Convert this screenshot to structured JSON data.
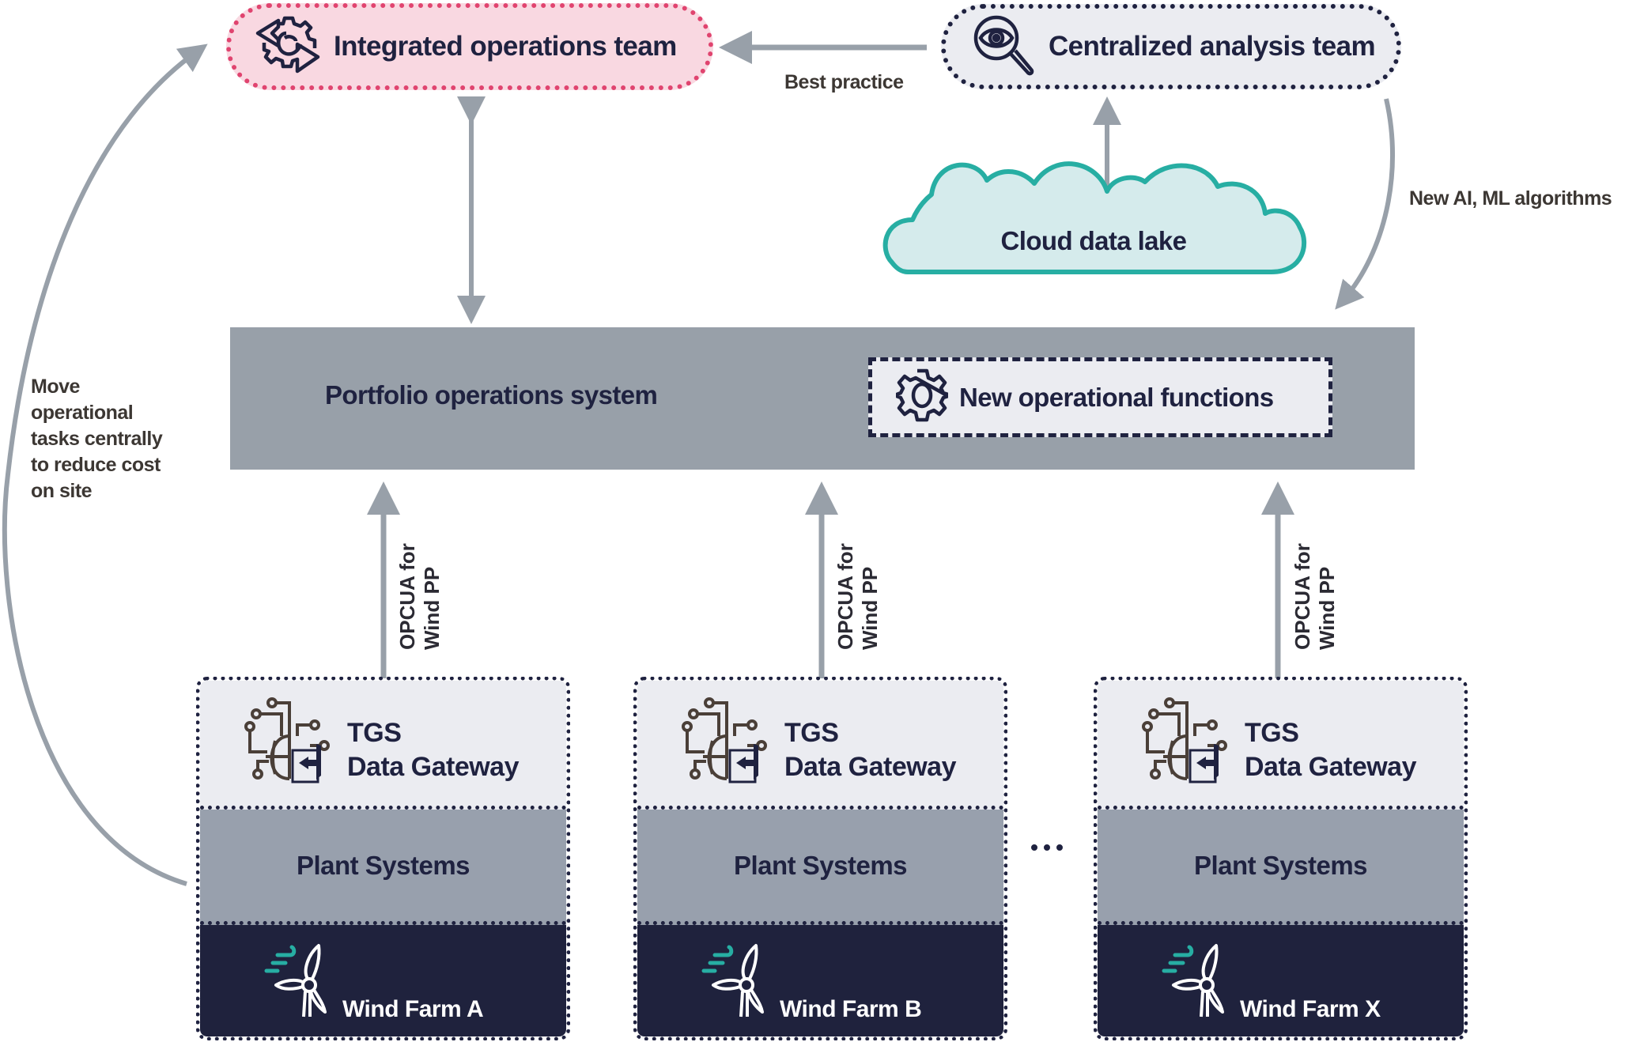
{
  "colors": {
    "connector": "#98a0a9",
    "navy": "#1f2240",
    "pink_border": "#e0446f",
    "pink_fill": "#f9d8e1",
    "light_fill": "#ebecf1",
    "teal": "#27aea3",
    "cloud_fill": "#d5ebec",
    "gray_bar": "#98a0a9",
    "dark_panel": "#1f223d"
  },
  "top": {
    "integrated_team": {
      "label": "Integrated operations team",
      "icon": "gear-arrows-icon"
    },
    "central_team": {
      "label": "Centralized analysis team",
      "icon": "eye-magnifier-icon"
    },
    "best_practice_label": "Best practice"
  },
  "cloud": {
    "label": "Cloud data lake"
  },
  "new_algorithms_label": "New AI, ML algorithms",
  "left_note": {
    "lines": [
      "Move",
      "operational",
      "tasks centrally",
      "to reduce cost",
      "on site"
    ]
  },
  "portfolio": {
    "label": "Portfolio operations system",
    "new_functions": {
      "label": "New operational functions",
      "icon": "gear-icon"
    }
  },
  "protocol_label": {
    "line1": "OPCUA for",
    "line2": "Wind PP"
  },
  "columns": [
    {
      "gateway_line1": "TGS",
      "gateway_line2": "Data Gateway",
      "plant": "Plant Systems",
      "farm": "Wind Farm A"
    },
    {
      "gateway_line1": "TGS",
      "gateway_line2": "Data Gateway",
      "plant": "Plant Systems",
      "farm": "Wind Farm B"
    },
    {
      "gateway_line1": "TGS",
      "gateway_line2": "Data Gateway",
      "plant": "Plant Systems",
      "farm": "Wind Farm X"
    }
  ],
  "ellipsis": "...."
}
